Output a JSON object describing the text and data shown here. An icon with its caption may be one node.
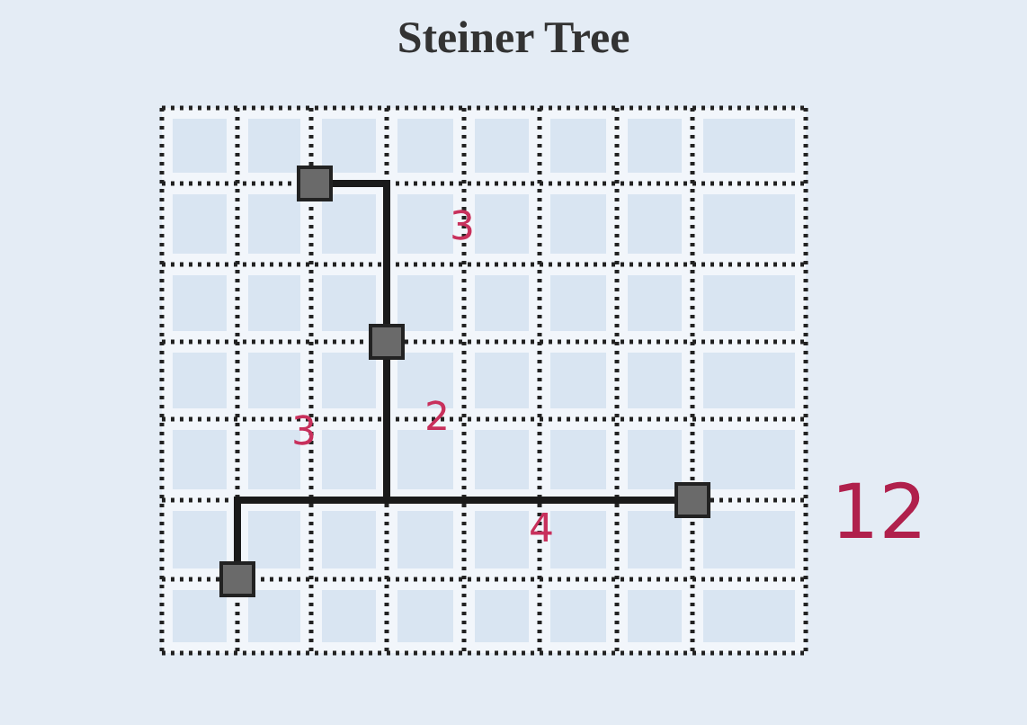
{
  "diagram": {
    "title": "Steiner Tree",
    "nodes": [
      {
        "text": [],
        "shape": "box"
      },
      {
        "text": [],
        "shape": "box"
      },
      {
        "text": [],
        "shape": "box"
      },
      {
        "text": [],
        "shape": "box"
      }
    ],
    "edges": [
      {
        "from": 0,
        "to": 1,
        "arrow": "none"
      },
      {
        "from": 1,
        "to": 2,
        "arrow": "none"
      },
      {
        "from": 1,
        "to": 3,
        "arrow": "none"
      }
    ],
    "labels": [
      "3",
      "2",
      "3",
      "4",
      "12"
    ]
  }
}
